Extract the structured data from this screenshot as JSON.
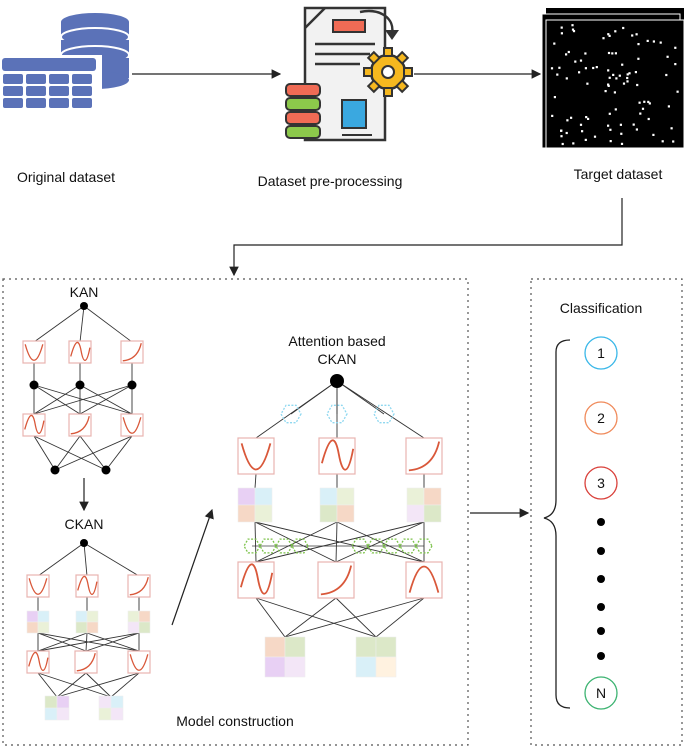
{
  "pipeline": {
    "original_label": "Original dataset",
    "preprocessing_label": "Dataset pre-processing",
    "target_label": "Target dataset"
  },
  "model": {
    "kan_label": "KAN",
    "ckan_label": "CKAN",
    "attention_label_line1": "Attention based",
    "attention_label_line2": "CKAN",
    "construction_label": "Model construction"
  },
  "classification": {
    "title": "Classification",
    "classes": [
      {
        "label": "1",
        "color": "#39b7e8"
      },
      {
        "label": "2",
        "color": "#f08a5a"
      },
      {
        "label": "3",
        "color": "#d9403a"
      },
      {
        "label": "N",
        "color": "#3cb371"
      }
    ]
  },
  "colors": {
    "database": "#5b72b8",
    "curve": "#d9583a",
    "activation_box": "#e8b4b0",
    "attention_hex": "#8fd8f0",
    "feature_hex": "#7cc24a",
    "node": "#000000"
  },
  "icons": {
    "original_dataset": "database-table-icon",
    "preprocessing": "document-gear-icon",
    "target_dataset": "image-stack-icon"
  }
}
